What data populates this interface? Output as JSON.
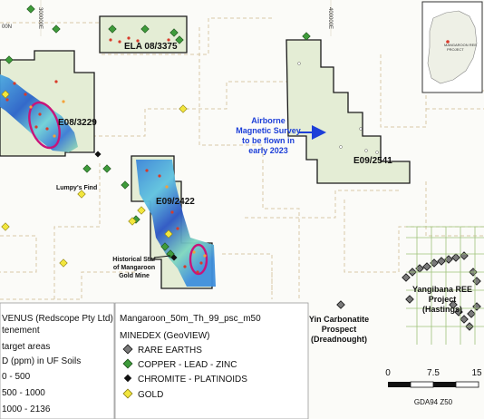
{
  "grid_labels": {
    "e1": "300000E",
    "n1": "00N",
    "e2": "400000E"
  },
  "tenements": {
    "e08": "E08/3229",
    "e09a": "E09/2422",
    "e09b": "E09/2541",
    "ela": "ELA 08/3375"
  },
  "annotations": {
    "airborne": [
      "Airborne",
      "Magnetic Survey",
      "to be flown in",
      "early 2023"
    ],
    "lumpys": "Lumpy's Find",
    "historical": [
      "Historical Star",
      "of Mangaroon",
      "Gold Mine"
    ],
    "yin": [
      "Yin Carbonatite",
      "Prospect",
      "(Dreadnought)"
    ],
    "yangibana": [
      "Yangibana REE",
      "Project",
      "(Hastings)"
    ]
  },
  "inset": {
    "label": "MANGAROON REE",
    "sublabel": "PROJECT"
  },
  "legend_left": {
    "tenement_line1": "VENUS (Redscope Pty Ltd)",
    "tenement_line2": "tenement",
    "target": "target areas",
    "soils_title": "D (ppm) in UF Soils",
    "ranges": [
      "0 - 500",
      "500 - 1000",
      "1000 - 2136"
    ]
  },
  "legend_right": {
    "raster": "Mangaroon_50m_Th_99_psc_m50",
    "group": "MINEDEX (GeoVIEW)",
    "items": [
      "RARE EARTHS",
      "COPPER - LEAD - ZINC",
      "CHROMITE - PLATINOIDS",
      "GOLD"
    ]
  },
  "scale": {
    "labels": [
      "0",
      "7.5",
      "15"
    ],
    "projection": "GDA94 Z50"
  },
  "colors": {
    "tenement_fill": "#e4edd5",
    "tenement_line": "#1a1a1a",
    "target": "#c8147a",
    "rare_earths": "#7a7a7a",
    "copper": "#3e9b3a",
    "chromite": "#111111",
    "gold": "#f2e63d",
    "arrow": "#1d3fd8"
  }
}
